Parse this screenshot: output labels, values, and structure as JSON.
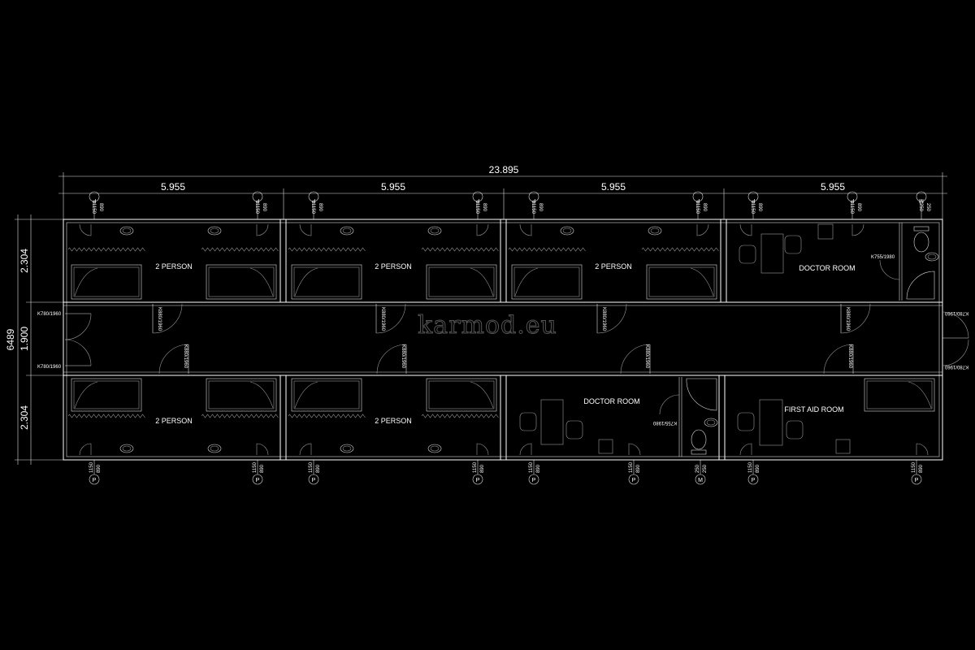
{
  "dimensions": {
    "total_width": "23.895",
    "module_widths": [
      "5.955",
      "5.955",
      "5.955",
      "5.955"
    ],
    "total_depth": "6489",
    "depths": [
      "2.304",
      "1.900",
      "2.304"
    ]
  },
  "watermark": "karmod.eu",
  "rooms_top": [
    "2 PERSON",
    "2 PERSON",
    "2 PERSON",
    "DOCTOR ROOM"
  ],
  "rooms_bottom": [
    "2 PERSON",
    "2 PERSON",
    "DOCTOR ROOM",
    "FIRST AID ROOM"
  ],
  "window_markers_top": [
    {
      "tag": "P",
      "h": "1150",
      "w": "890"
    },
    {
      "tag": "P",
      "h": "1150",
      "w": "890"
    },
    {
      "tag": "P",
      "h": "1150",
      "w": "890"
    },
    {
      "tag": "P",
      "h": "1150",
      "w": "890"
    },
    {
      "tag": "P",
      "h": "1150",
      "w": "890"
    },
    {
      "tag": "P",
      "h": "1150",
      "w": "890"
    },
    {
      "tag": "P",
      "h": "1150",
      "w": "890"
    },
    {
      "tag": "P",
      "h": "1150",
      "w": "890"
    },
    {
      "tag": "M",
      "h": "250",
      "w": "250"
    }
  ],
  "window_markers_bottom": [
    {
      "tag": "P",
      "h": "1150",
      "w": "890"
    },
    {
      "tag": "P",
      "h": "1150",
      "w": "890"
    },
    {
      "tag": "P",
      "h": "1150",
      "w": "890"
    },
    {
      "tag": "P",
      "h": "1150",
      "w": "890"
    },
    {
      "tag": "P",
      "h": "1150",
      "w": "890"
    },
    {
      "tag": "P",
      "h": "1150",
      "w": "890"
    },
    {
      "tag": "M",
      "h": "250",
      "w": "250"
    },
    {
      "tag": "P",
      "h": "1150",
      "w": "890"
    },
    {
      "tag": "P",
      "h": "1150",
      "w": "890"
    }
  ],
  "doors": {
    "entrance_left": [
      "K780/1960",
      "K780/1960"
    ],
    "entrance_right": [
      "K780/1960",
      "K780/1960"
    ],
    "room_doors_top": [
      "K880/1960",
      "K880/1960",
      "K880/1960",
      "K880/1960"
    ],
    "room_doors_bottom": [
      "K880/1960",
      "K880/1960",
      "K880/1960",
      "K880/1960"
    ],
    "bathroom_top": "K755/1980",
    "bathroom_bottom": "K755/1980"
  }
}
